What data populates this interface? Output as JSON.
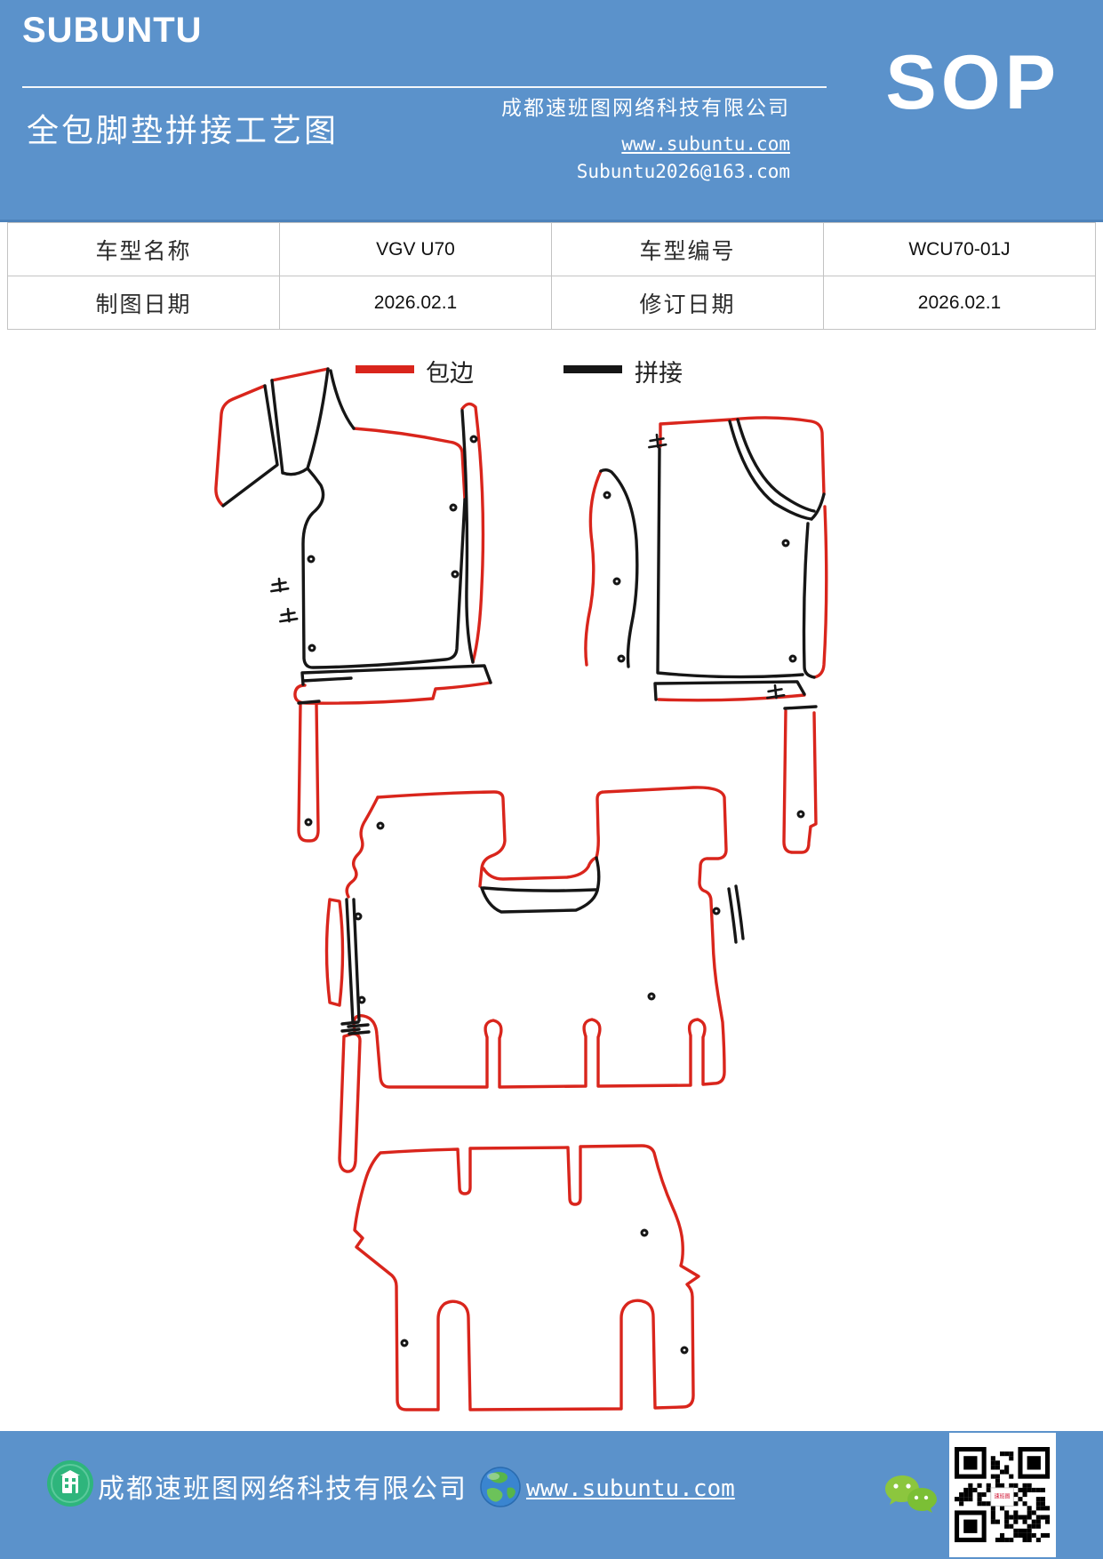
{
  "header": {
    "logo": "SUBUNTU",
    "title": "全包脚垫拼接工艺图",
    "company": "成都速班图网络科技有限公司",
    "website": "www.subuntu.com",
    "email": "Subuntu2026@163.com",
    "badge": "SOP",
    "bg_color": "#5b92cb",
    "text_color": "#ffffff"
  },
  "info_table": {
    "rows": [
      {
        "label1": "车型名称",
        "value1": "VGV U70",
        "label2": "车型编号",
        "value2": "WCU70-01J"
      },
      {
        "label1": "制图日期",
        "value1": "2026.02.1",
        "label2": "修订日期",
        "value2": "2026.02.1"
      }
    ]
  },
  "legend": {
    "binding_label": "包边",
    "binding_color": "#d9251c",
    "splice_label": "拼接",
    "splice_color": "#161616"
  },
  "diagram": {
    "description": "全包脚垫拼接工艺图（VGV U70）：前排左右脚垫、二排大垫（含中央通道托盘）、三排脚垫裁片轮廓",
    "stop_mark_symbol": "止",
    "line_colors": {
      "binding": "#d9251c",
      "splice": "#161616"
    }
  },
  "footer": {
    "company": "成都速班图网络科技有限公司",
    "website": "www.subuntu.com",
    "icons": [
      "building-icon",
      "globe-icon",
      "wechat-icon",
      "qr-code"
    ]
  }
}
